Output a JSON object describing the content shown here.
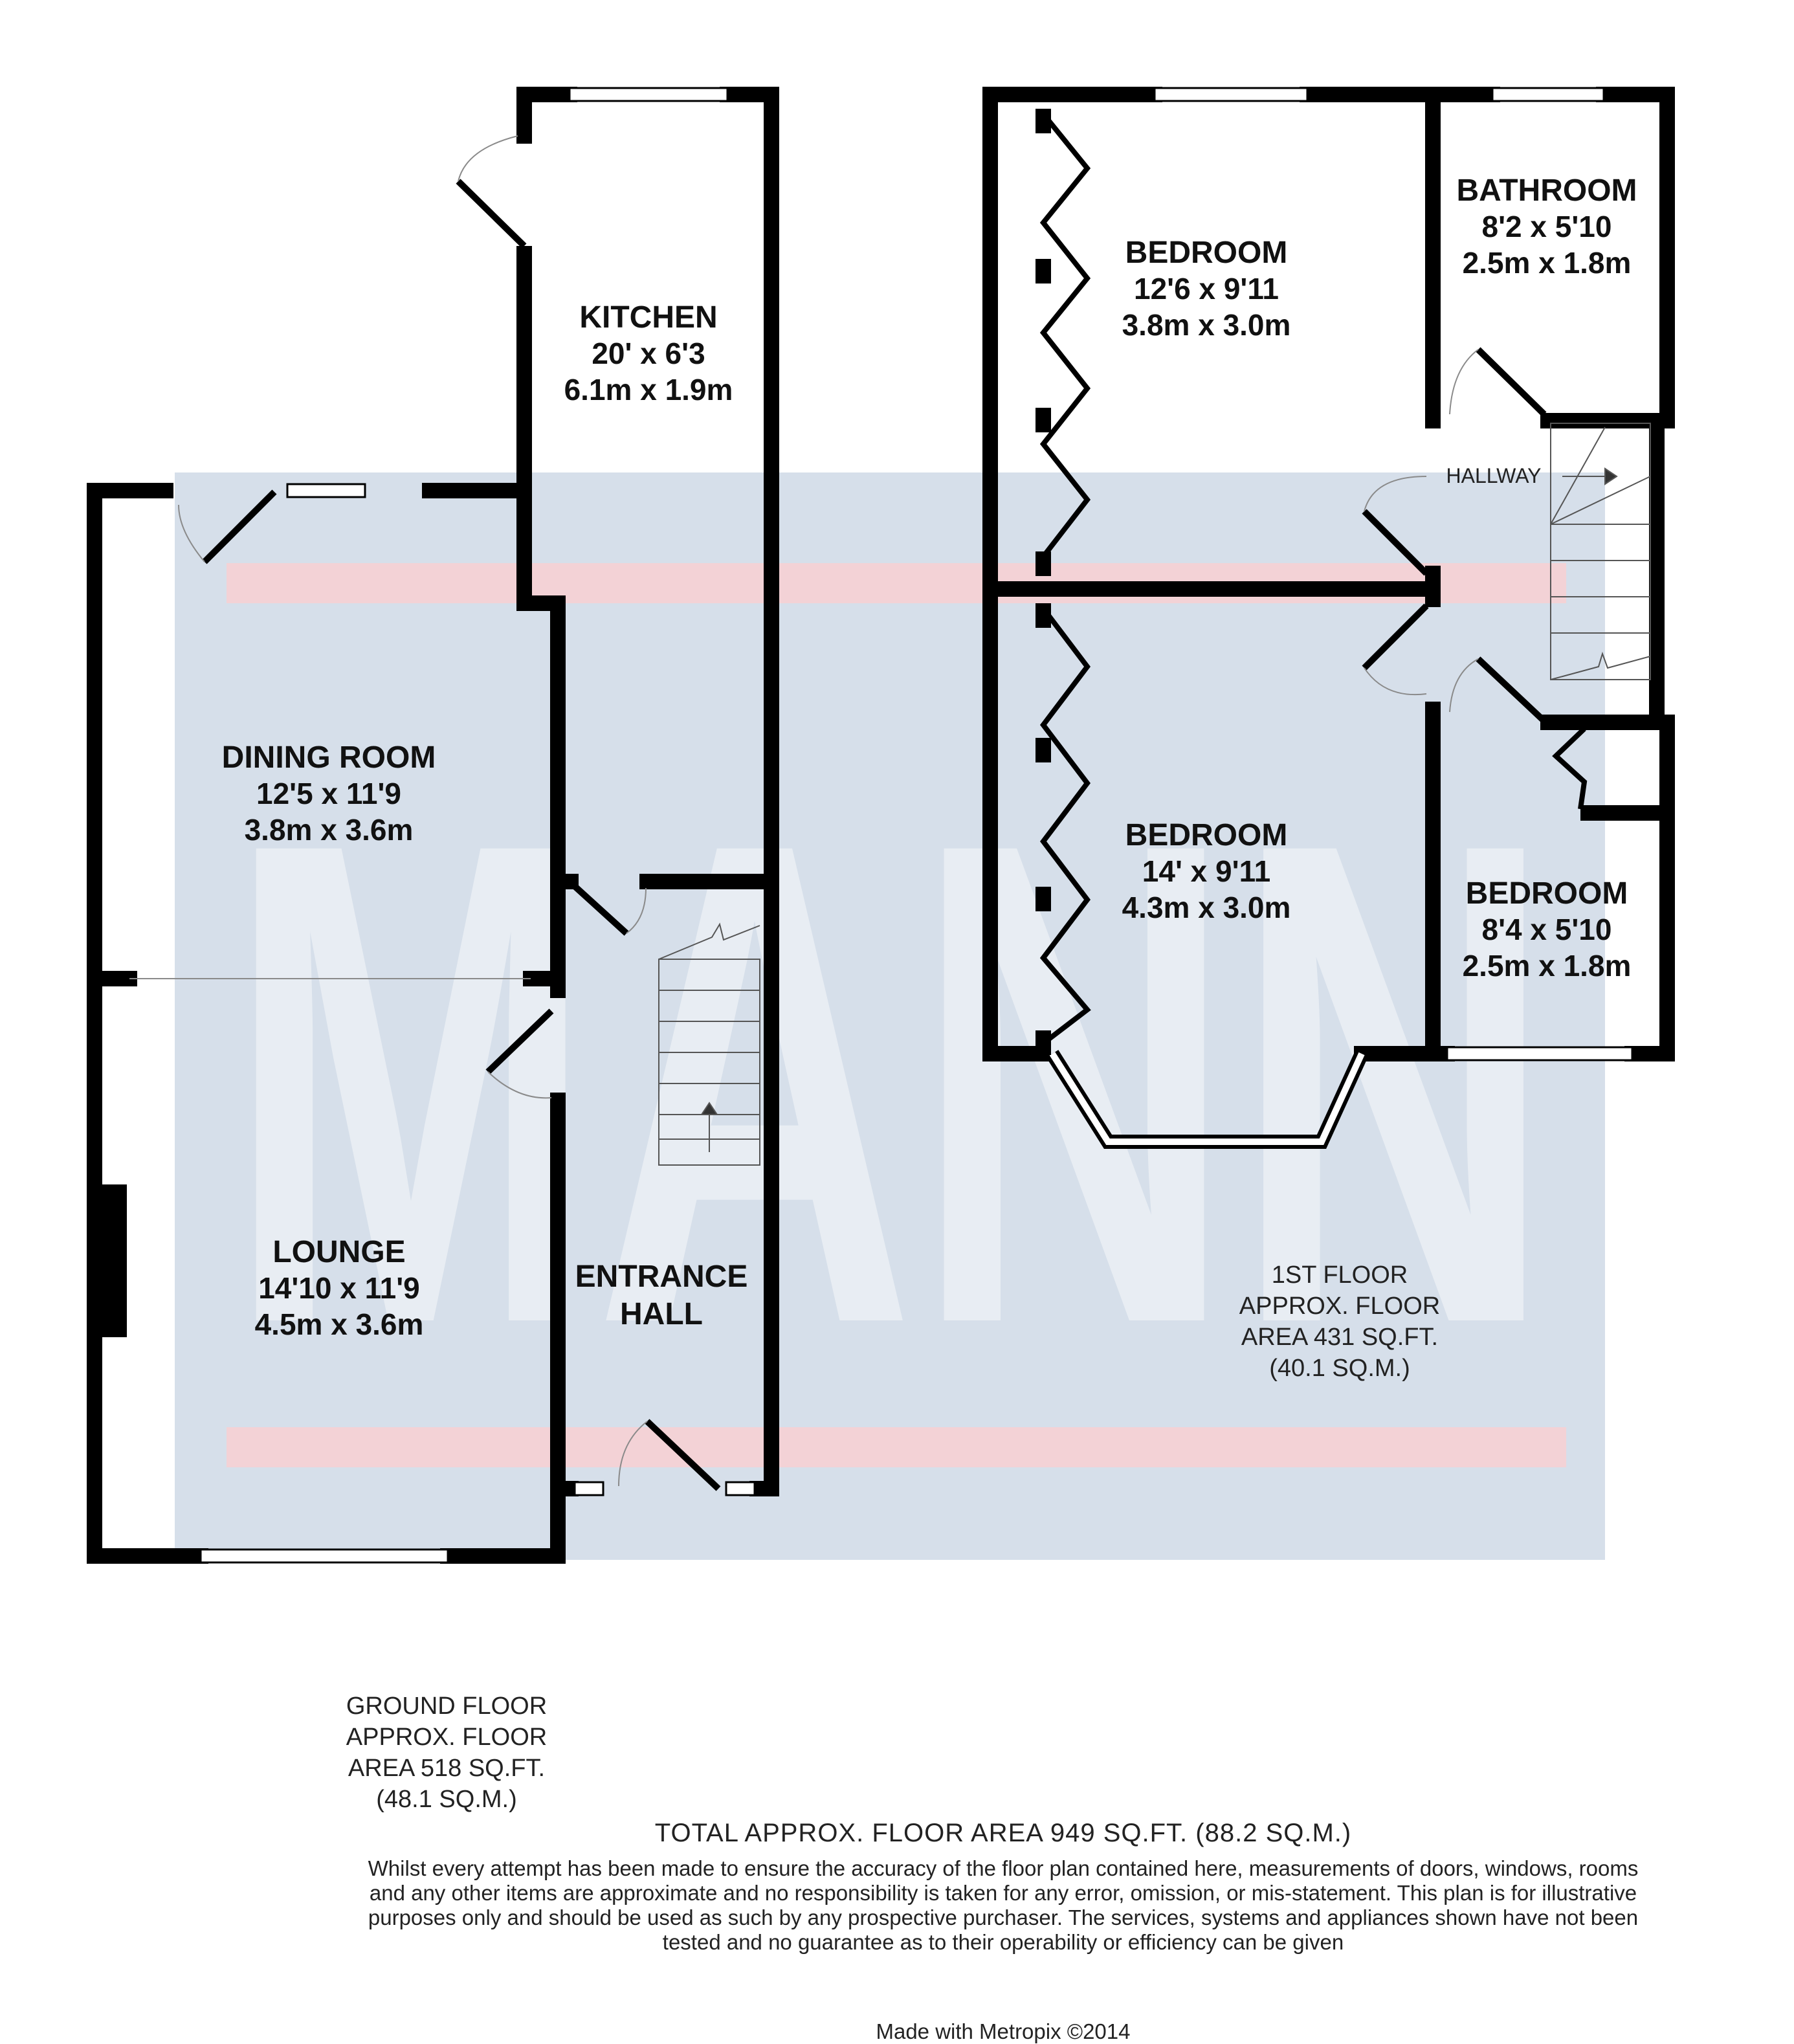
{
  "colors": {
    "wall": "#000000",
    "watermark_blue": "#c8d4e3",
    "watermark_red": "#f3d2d6",
    "fixture": "#8a8a8a"
  },
  "watermark": {
    "text": "MANN"
  },
  "rooms": {
    "kitchen": {
      "name": "KITCHEN",
      "imperial": "20' x 6'3",
      "metric": "6.1m x 1.9m"
    },
    "dining": {
      "name": "DINING ROOM",
      "imperial": "12'5 x 11'9",
      "metric": "3.8m x 3.6m"
    },
    "lounge": {
      "name": "LOUNGE",
      "imperial": "14'10 x 11'9",
      "metric": "4.5m x 3.6m"
    },
    "entrance": {
      "name_line1": "ENTRANCE",
      "name_line2": "HALL"
    },
    "bedroom1": {
      "name": "BEDROOM",
      "imperial": "12'6 x 9'11",
      "metric": "3.8m x 3.0m"
    },
    "bathroom": {
      "name": "BATHROOM",
      "imperial": "8'2 x 5'10",
      "metric": "2.5m x 1.8m"
    },
    "hallway": {
      "name": "HALLWAY"
    },
    "bedroom2": {
      "name": "BEDROOM",
      "imperial": "14' x 9'11",
      "metric": "4.3m x 3.0m"
    },
    "bedroom3": {
      "name": "BEDROOM",
      "imperial": "8'4 x 5'10",
      "metric": "2.5m x 1.8m"
    }
  },
  "floors": {
    "first": {
      "line1": "1ST FLOOR",
      "line2": "APPROX. FLOOR",
      "line3": "AREA 431 SQ.FT.",
      "line4": "(40.1 SQ.M.)"
    },
    "ground": {
      "line1": "GROUND FLOOR",
      "line2": "APPROX. FLOOR",
      "line3": "AREA 518 SQ.FT.",
      "line4": "(48.1 SQ.M.)"
    }
  },
  "footer": {
    "total": "TOTAL APPROX. FLOOR AREA 949 SQ.FT. (88.2 SQ.M.)",
    "disclaimer": "Whilst every attempt has been made to ensure the accuracy of the floor plan contained here, measurements of doors, windows, rooms and any other items are approximate and no responsibility is taken for any error, omission, or mis-statement. This plan is for illustrative purposes only and should be used as such by any prospective purchaser. The services, systems and appliances shown have not been tested and no guarantee as to their operability or efficiency can be given",
    "credit": "Made with Metropix ©2014"
  }
}
